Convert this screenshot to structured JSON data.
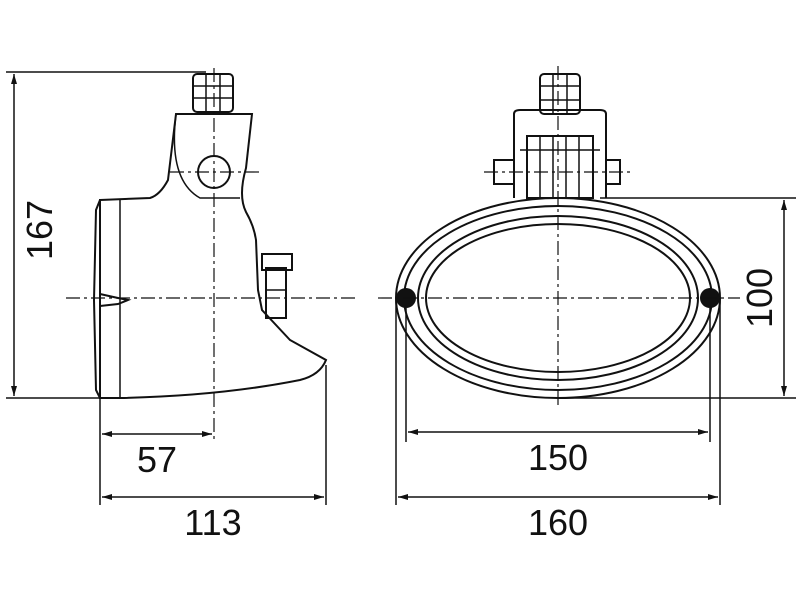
{
  "dimensions": {
    "total_height": "167",
    "center_offset": "57",
    "side_depth": "113",
    "mount_spacing": "150",
    "front_width": "160",
    "lens_height": "100"
  },
  "colors": {
    "ink": "#111111",
    "background": "#ffffff"
  }
}
